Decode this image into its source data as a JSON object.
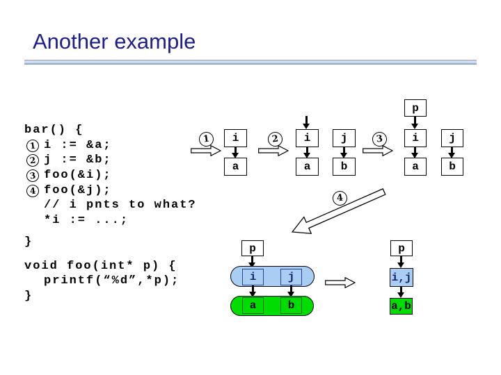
{
  "slide": {
    "title": "Another example"
  },
  "code": {
    "lines": [
      {
        "text": "bar() {"
      },
      {
        "marker": "1",
        "text": "i := &a;"
      },
      {
        "marker": "2",
        "text": "j := &b;"
      },
      {
        "marker": "3",
        "text": "foo(&i);"
      },
      {
        "marker": "4",
        "text": "foo(&j);"
      },
      {
        "text": "// i pnts to what?"
      },
      {
        "text": "*i := ...;"
      },
      {
        "text": "}"
      },
      {
        "text": "void foo(int* p) {"
      },
      {
        "text": "printf(“%d”,*p);"
      },
      {
        "text": "}"
      }
    ]
  },
  "diagram": {
    "step1": {
      "label": "1",
      "pointer_var": "i",
      "value_var": "a"
    },
    "step2": {
      "label": "2",
      "col1_pointer": "i",
      "col1_value": "a",
      "col2_pointer": "j",
      "col2_value": "b"
    },
    "step3": {
      "label": "3",
      "param": "p",
      "col1_pointer": "i",
      "col1_value": "a",
      "col2_pointer": "j",
      "col2_value": "b"
    },
    "step4": {
      "label": "4"
    },
    "merged_left": {
      "param": "p",
      "pointer_cells": [
        "i",
        "j"
      ],
      "value_cells": [
        "a",
        "b"
      ]
    },
    "merged_right": {
      "param": "p",
      "pointer_cell": "i,j",
      "value_cell": "a,b"
    }
  },
  "colors": {
    "title_text": "#1d1d8c",
    "pointer_fill": "#a9cdf3",
    "value_fill": "#00dd00"
  }
}
